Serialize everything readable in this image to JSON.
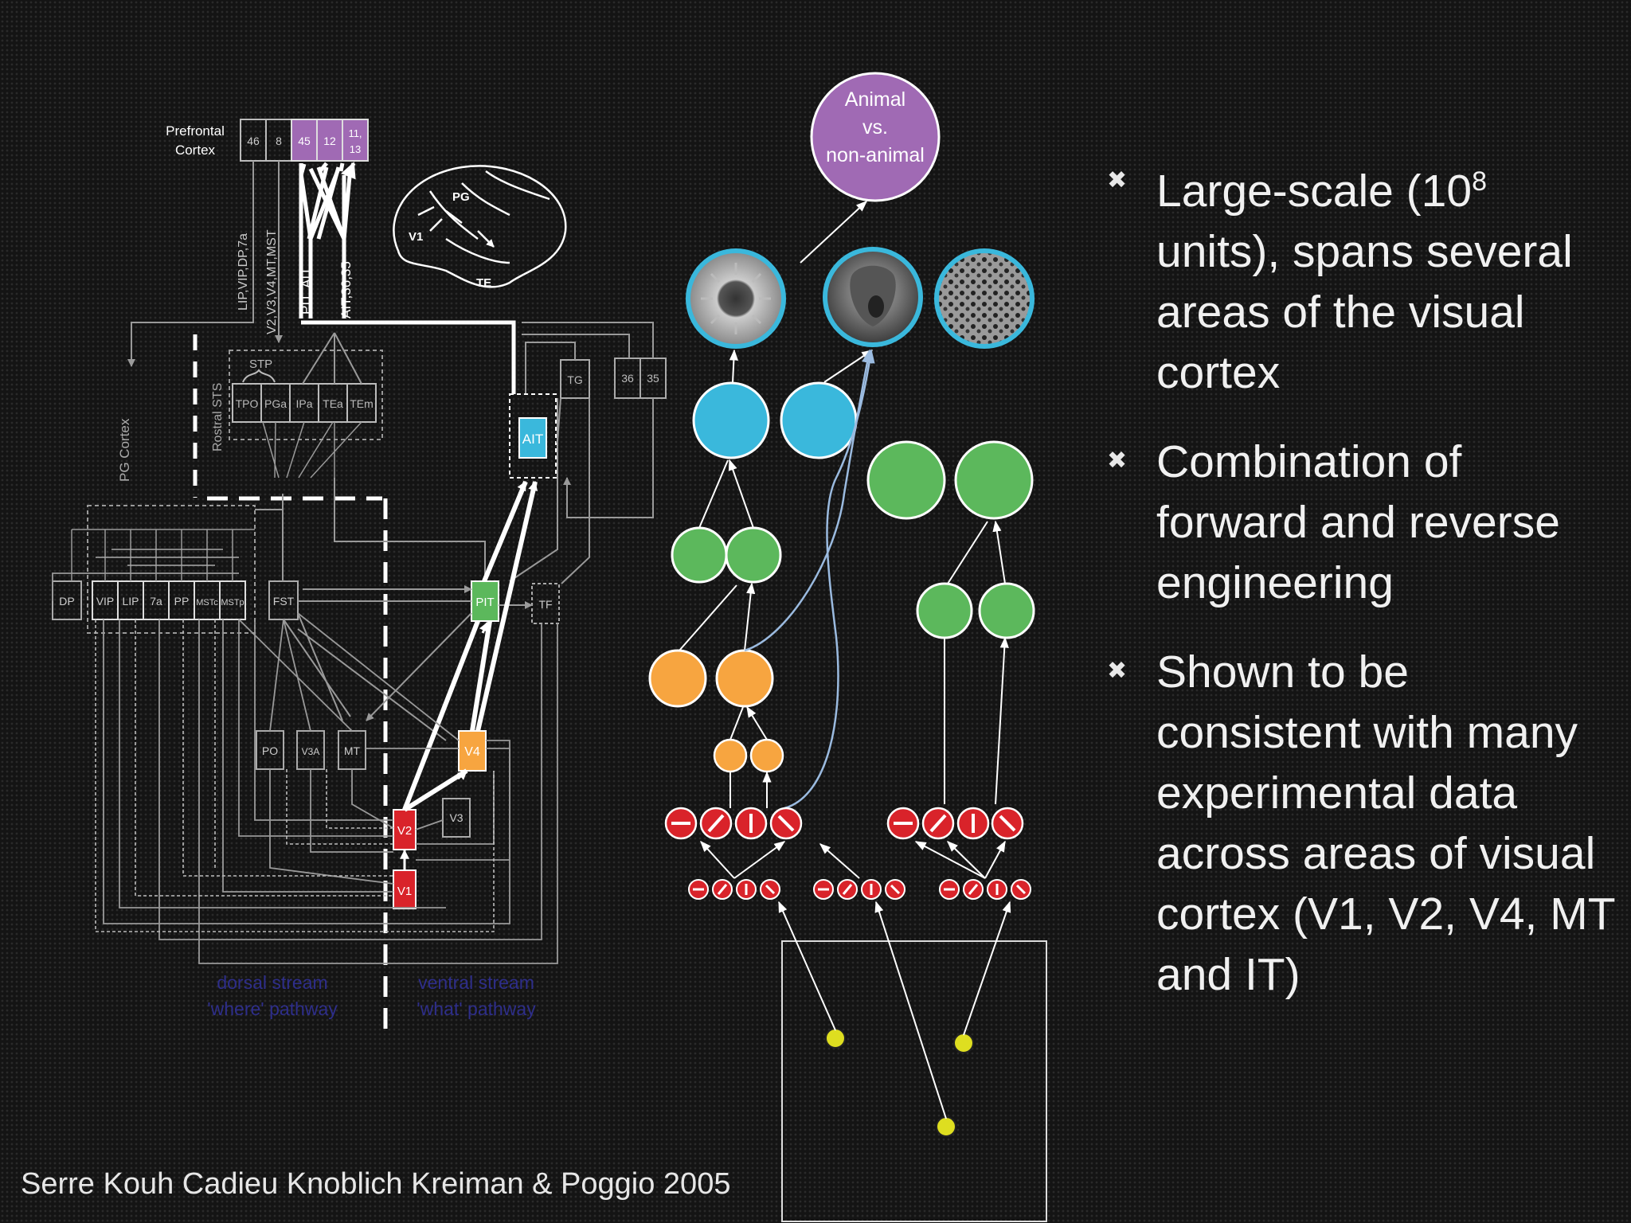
{
  "bullets": [
    {
      "text": "Large-scale (10",
      "sup": "8",
      "text_after": " units), spans several areas of the visual cortex"
    },
    {
      "text": "Combination of forward and reverse engineering",
      "sup": "",
      "text_after": ""
    },
    {
      "text": "Shown to be consistent with many experimental data across areas of visual cortex (V1, V2, V4, MT and IT)",
      "sup": "",
      "text_after": ""
    }
  ],
  "citation": "Serre Kouh Cadieu Knoblich Kreiman & Poggio 2005",
  "cortex": {
    "prefrontal_label_1": "Prefrontal",
    "prefrontal_label_2": "Cortex",
    "pf_areas": [
      "46",
      "8",
      "45",
      "12",
      "11,",
      "13"
    ],
    "vert_label_1": "LIP,VIP,DP,7a",
    "vert_label_2": "V2,V3,V4,MT,MST",
    "vert_label_3": "PIT, AIT",
    "vert_label_4": "AIT,36,35",
    "pg_cortex": "PG Cortex",
    "rostral_sts": "Rostral STS",
    "stp": "STP",
    "sts_areas": [
      "TPO",
      "PGa",
      "IPa",
      "TEa",
      "TEm"
    ],
    "tg": "TG",
    "a36": "36",
    "a35": "35",
    "ait": "AIT",
    "dorsal_areas": [
      "DP",
      "VIP",
      "LIP",
      "7a",
      "PP",
      "MSTc",
      "MSTp"
    ],
    "fst": "FST",
    "pit": "PIT",
    "tf": "TF",
    "po": "PO",
    "v3a": "V3A",
    "mt": "MT",
    "v4": "V4",
    "v3": "V3",
    "v2": "V2",
    "v1": "V1",
    "dorsal_stream_1": "dorsal stream",
    "dorsal_stream_2": "'where' pathway",
    "ventral_stream_1": "ventral stream",
    "ventral_stream_2": "'what' pathway",
    "brain_pg": "PG",
    "brain_v1": "V1",
    "brain_te": "TE"
  },
  "model": {
    "top_label_1": "Animal",
    "top_label_2": "vs.",
    "top_label_3": "non-animal"
  },
  "colors": {
    "purple": "#a06ab4",
    "blue": "#3ab8dc",
    "green": "#5cb85c",
    "orange": "#f7a540",
    "red": "#d9232a",
    "yellow": "#dede20"
  }
}
